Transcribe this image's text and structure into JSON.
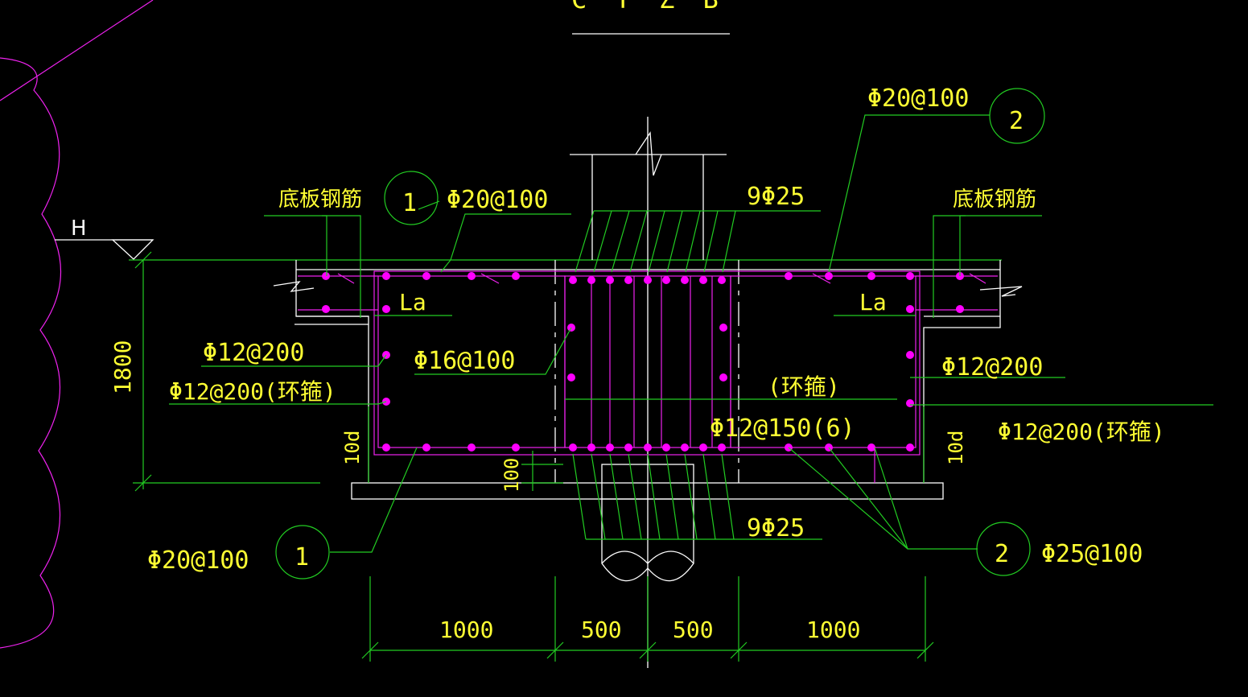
{
  "colors": {
    "background": "#000000",
    "annotation_text": "#ffff33",
    "leader_line": "#22cc22",
    "outline": "#ffffff",
    "rebar": "#ee22ee",
    "rebar_dot": "#ff00ff"
  },
  "title_fragment": "C T  Z B",
  "elevation_mark": "H",
  "labels": {
    "slab_rebar_left": "底板钢筋",
    "slab_rebar_right": "底板钢筋",
    "la_left": "La",
    "la_right": "La",
    "top_left_bar": "Φ20@100",
    "top_right_bar": "Φ20@100",
    "top_column_bars": "9Φ25",
    "bottom_column_bars": "9Φ25",
    "left_side_bar": "Φ12@200",
    "left_hoop": "Φ12@200(环箍)",
    "center_side_bar": "Φ16@100",
    "right_side_bar": "Φ12@200",
    "right_hoop_note": "(环箍)",
    "center_stirrup": "Φ12@150(6)",
    "right_hoop": "Φ12@200(环箍)",
    "bottom_left_bar": "Φ20@100",
    "bottom_right_bar": "Φ25@100",
    "height_dim": "1800",
    "anchor_left": "10d",
    "anchor_right": "10d",
    "cover_dim": "100"
  },
  "callouts": {
    "top_left": "1",
    "top_right": "2",
    "bottom_left": "1",
    "bottom_right": "2"
  },
  "dimensions": [
    "1000",
    "500",
    "500",
    "1000"
  ]
}
